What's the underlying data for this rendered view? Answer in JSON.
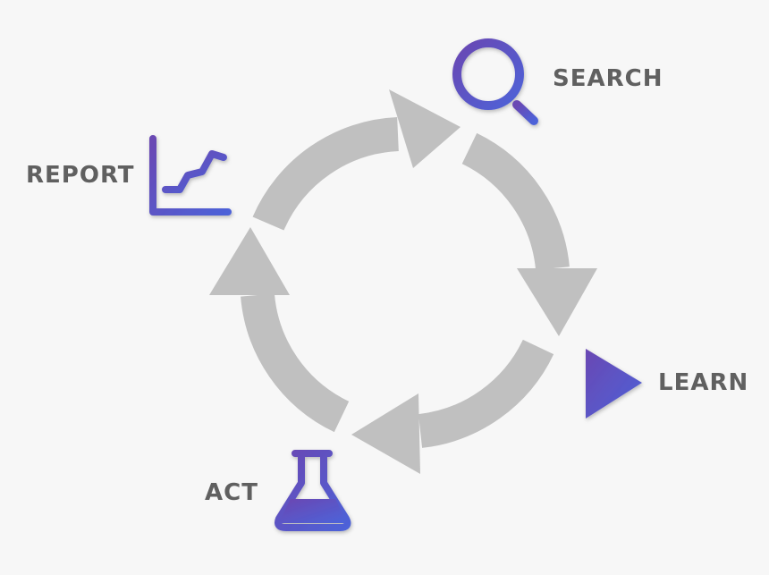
{
  "steps": {
    "search": "SEARCH",
    "learn": "LEARN",
    "act": "ACT",
    "report": "REPORT"
  },
  "colors": {
    "arrow": "#c0c0c0",
    "icon_start": "#6a48b3",
    "icon_end": "#4d62d8",
    "text": "#606060"
  },
  "icons": [
    "search-icon",
    "play-icon",
    "flask-icon",
    "line-chart-icon"
  ]
}
